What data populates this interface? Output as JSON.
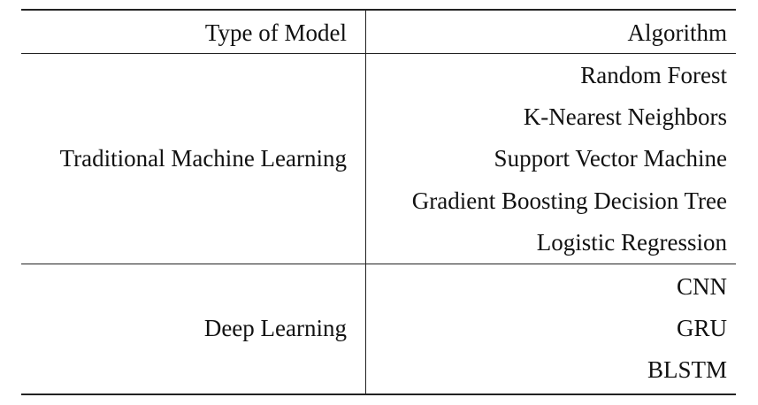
{
  "table": {
    "header": {
      "type_of_model": "Type of Model",
      "algorithm": "Algorithm"
    },
    "groups": [
      {
        "type": "Traditional Machine Learning",
        "algorithms": [
          "Random Forest",
          "K-Nearest Neighbors",
          "Support Vector Machine",
          "Gradient Boosting Decision Tree",
          "Logistic Regression"
        ]
      },
      {
        "type": "Deep Learning",
        "algorithms": [
          "CNN",
          "GRU",
          "BLSTM"
        ]
      }
    ]
  }
}
